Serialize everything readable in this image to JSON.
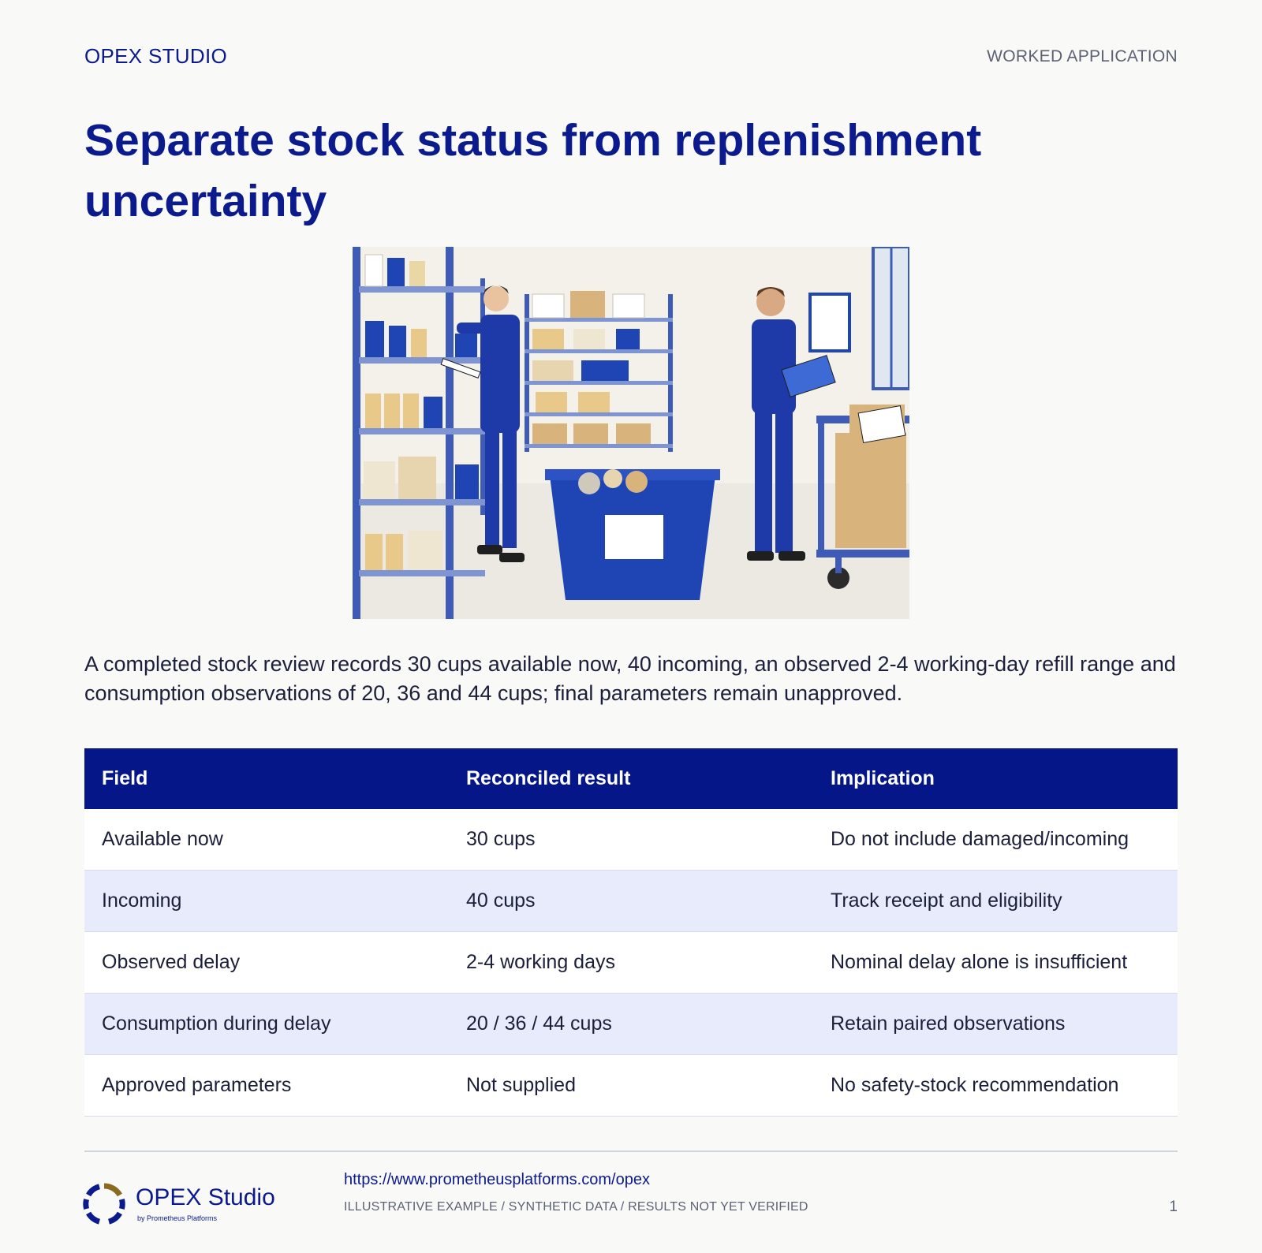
{
  "header": {
    "brand": "OPEX STUDIO",
    "kicker": "WORKED APPLICATION"
  },
  "title": "Separate stock status from replenishment uncertainty",
  "illustration": {
    "icon": "warehouse-stock-review-illustration",
    "colors": {
      "uniform": "#1d3aa8",
      "shelf": "#3d5bb7",
      "box": "#d8b47c",
      "bin": "#1f45b5"
    }
  },
  "lead": "A completed stock review records 30 cups available now, 40 incoming, an observed 2-4 working-day refill range and consumption observations of 20, 36 and 44 cups; final parameters remain unapproved.",
  "table": {
    "headers": [
      "Field",
      "Reconciled result",
      "Implication"
    ],
    "rows": [
      [
        "Available now",
        "30 cups",
        "Do not include damaged/incoming"
      ],
      [
        "Incoming",
        "40 cups",
        "Track receipt and eligibility"
      ],
      [
        "Observed delay",
        "2-4 working days",
        "Nominal delay alone is insufficient"
      ],
      [
        "Consumption during delay",
        "20 / 36 / 44 cups",
        "Retain paired observations"
      ],
      [
        "Approved parameters",
        "Not supplied",
        "No safety-stock recommendation"
      ]
    ]
  },
  "footer": {
    "logo_name": "OPEX Studio",
    "logo_sub": "by Prometheus Platforms",
    "url": "https://www.prometheusplatforms.com/opex",
    "note": "ILLUSTRATIVE EXAMPLE / SYNTHETIC DATA / RESULTS NOT YET VERIFIED",
    "page": "1"
  },
  "colors": {
    "brand": "#0b1a8c",
    "header_bg": "#051689",
    "row_alt": "#e8ebfc",
    "muted": "#5c6275"
  }
}
